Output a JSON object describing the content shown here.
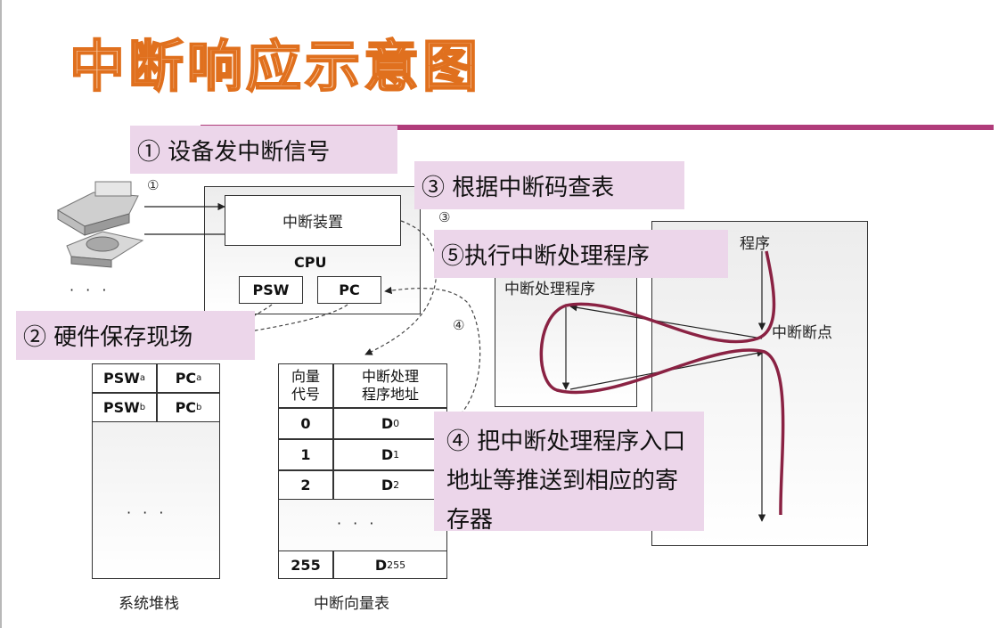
{
  "title": "中断响应示意图",
  "callouts": {
    "step1": "① 设备发中断信号",
    "step2": "② 硬件保存现场",
    "step3": "③ 根据中断码查表",
    "step4": "④ 把中断处理程序入口地址等推送到相应的寄存器",
    "step5": "⑤执行中断处理程序"
  },
  "markers": {
    "m1": "①",
    "m3": "③",
    "m4": "④"
  },
  "cpu": {
    "label": "CPU",
    "interrupt_device": "中断装置",
    "psw": "PSW",
    "pc": "PC"
  },
  "devices_ellipsis": "· · ·",
  "system_stack": {
    "caption": "系统堆栈",
    "rows": [
      {
        "psw": "PSW",
        "psw_sub": "a",
        "pc": "PC",
        "pc_sub": "a"
      },
      {
        "psw": "PSW",
        "psw_sub": "b",
        "pc": "PC",
        "pc_sub": "b"
      }
    ],
    "ellipsis": "· · ·"
  },
  "vector_table": {
    "caption": "中断向量表",
    "header_col1_l1": "向量",
    "header_col1_l2": "代号",
    "header_col2_l1": "中断处理",
    "header_col2_l2": "程序地址",
    "rows": [
      {
        "code": "0",
        "addr": "D",
        "sub": "0"
      },
      {
        "code": "1",
        "addr": "D",
        "sub": "1"
      },
      {
        "code": "2",
        "addr": "D",
        "sub": "2"
      }
    ],
    "ellipsis": "· · ·",
    "last": {
      "code": "255",
      "addr": "D",
      "sub": "255"
    }
  },
  "handler_box_label": "中断处理程序",
  "program_box": {
    "label": "程序",
    "breakpoint": "中断断点"
  },
  "colors": {
    "accent": "#b03c7a",
    "callout_bg": "#ecd6ea",
    "title_fill": "#f6c9a5",
    "title_stroke": "#e0701e",
    "flow_curve": "#8a2243"
  }
}
